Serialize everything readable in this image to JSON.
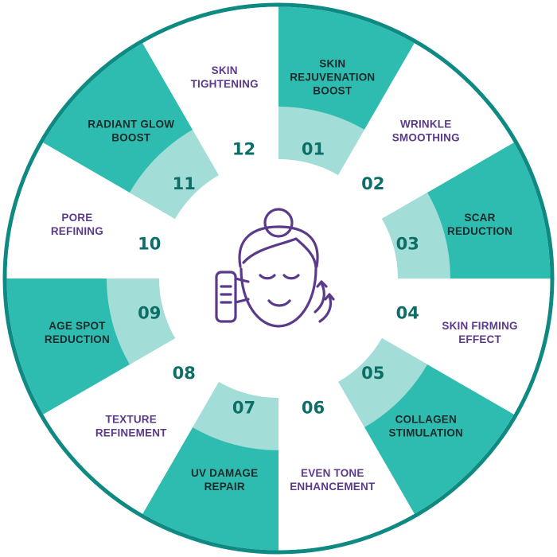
{
  "colors": {
    "teal": "#2fbcb0",
    "teal_ring": "#a3ddd8",
    "outer_ring": "#0e8a83",
    "label_on_white": "#5b3a8c",
    "label_on_teal": "#1b2b2b",
    "number": "#0c6e67",
    "icon": "#5b3a8c"
  },
  "center_icon": "face-skincare-device-icon",
  "segments": [
    {
      "number": "01",
      "label": [
        "SKIN",
        "REJUVENATION",
        "BOOST"
      ],
      "fill": "teal"
    },
    {
      "number": "02",
      "label": [
        "WRINKLE",
        "SMOOTHING"
      ],
      "fill": "white"
    },
    {
      "number": "03",
      "label": [
        "SCAR",
        "REDUCTION"
      ],
      "fill": "teal"
    },
    {
      "number": "04",
      "label": [
        "SKIN FIRMING",
        "EFFECT"
      ],
      "fill": "white"
    },
    {
      "number": "05",
      "label": [
        "COLLAGEN",
        "STIMULATION"
      ],
      "fill": "teal"
    },
    {
      "number": "06",
      "label": [
        "EVEN TONE",
        "ENHANCEMENT"
      ],
      "fill": "white"
    },
    {
      "number": "07",
      "label": [
        "UV DAMAGE",
        "REPAIR"
      ],
      "fill": "teal"
    },
    {
      "number": "08",
      "label": [
        "TEXTURE",
        "REFINEMENT"
      ],
      "fill": "white"
    },
    {
      "number": "09",
      "label": [
        "AGE SPOT",
        "REDUCTION"
      ],
      "fill": "teal"
    },
    {
      "number": "10",
      "label": [
        "PORE",
        "REFINING"
      ],
      "fill": "white"
    },
    {
      "number": "11",
      "label": [
        "RADIANT GLOW",
        "BOOST"
      ],
      "fill": "teal"
    },
    {
      "number": "12",
      "label": [
        "SKIN",
        "TIGHTENING"
      ],
      "fill": "white"
    }
  ]
}
